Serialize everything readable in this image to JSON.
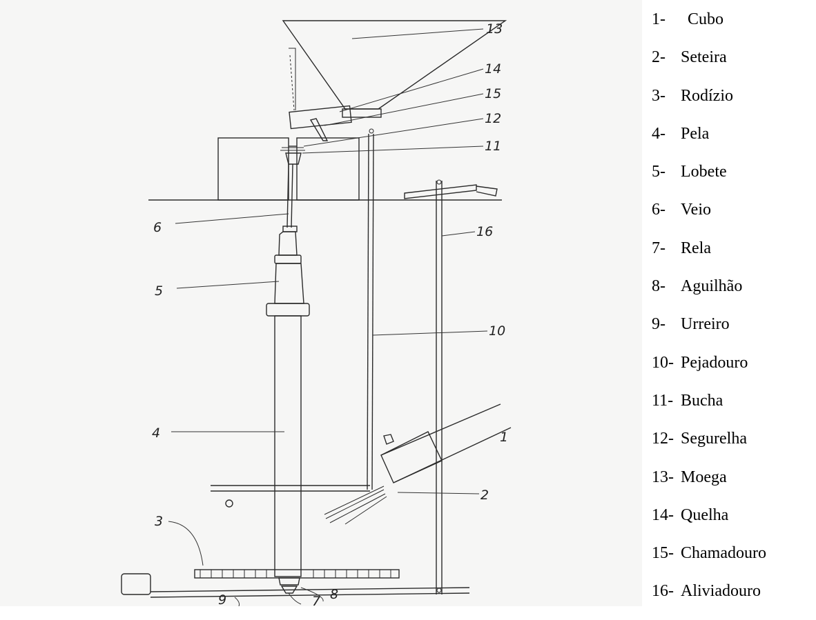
{
  "callouts": {
    "c1": "1",
    "c2": "2",
    "c3": "3",
    "c4": "4",
    "c5": "5",
    "c6": "6",
    "c7": "7",
    "c8": "8",
    "c9": "9",
    "c10": "10",
    "c11": "11",
    "c12": "12",
    "c13": "13",
    "c14": "14",
    "c15": "15",
    "c16": "16"
  },
  "legend": [
    {
      "num": "1-",
      "label": "Cubo"
    },
    {
      "num": "2-",
      "label": "Seteira"
    },
    {
      "num": "3-",
      "label": "Rodízio"
    },
    {
      "num": "4-",
      "label": "Pela"
    },
    {
      "num": "5-",
      "label": "Lobete"
    },
    {
      "num": "6-",
      "label": "Veio"
    },
    {
      "num": "7-",
      "label": "Rela"
    },
    {
      "num": "8-",
      "label": "Aguilhão"
    },
    {
      "num": "9-",
      "label": "Urreiro"
    },
    {
      "num": "10-",
      "label": "Pejadouro"
    },
    {
      "num": "11-",
      "label": "Bucha"
    },
    {
      "num": "12-",
      "label": "Segurelha"
    },
    {
      "num": "13-",
      "label": "Moega"
    },
    {
      "num": "14-",
      "label": "Quelha"
    },
    {
      "num": "15-",
      "label": "Chamadouro"
    },
    {
      "num": "16-",
      "label": "Aliviadouro"
    }
  ]
}
